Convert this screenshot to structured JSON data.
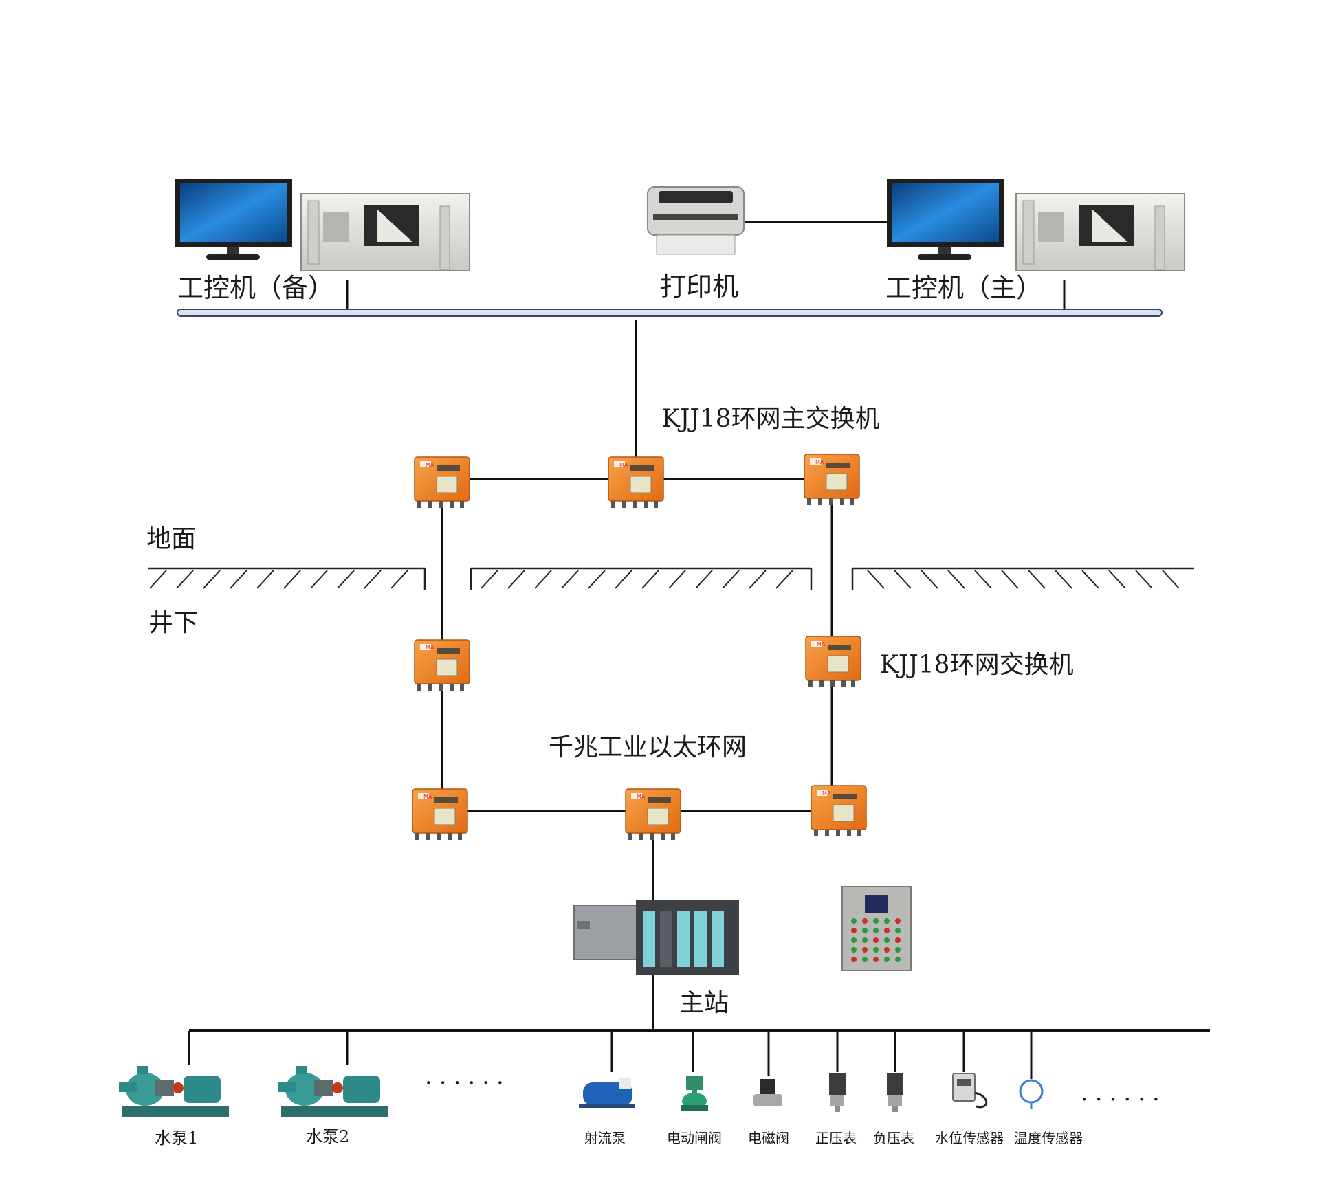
{
  "labels": {
    "ipc_backup": "工控机（备）",
    "printer": "打印机",
    "ipc_main": "工控机（主）",
    "main_switch": "KJJ18环网主交换机",
    "surface": "地面",
    "underground": "井下",
    "ring_switch": "KJJ18环网交换机",
    "ring_network": "千兆工业以太环网",
    "master_station": "主站",
    "pump1": "水泵1",
    "pump2": "水泵2",
    "ellipsis_left": "······",
    "jet_pump": "射流泵",
    "electric_gate_valve": "电动闸阀",
    "solenoid_valve": "电磁阀",
    "positive_pressure_gauge": "正压表",
    "negative_pressure_gauge": "负压表",
    "water_level_sensor": "水位传感器",
    "temperature_sensor": "温度传感器",
    "ellipsis_right": "······"
  },
  "badges": {
    "switch_mark": "MA"
  },
  "colors": {
    "line": "#111111",
    "bus_fill": "#d9e2f2",
    "bus_stroke": "#39455e",
    "switch_orange": "#ef7d21",
    "monitor_blue": "#1b6fc2",
    "pump_teal": "#2e8a88",
    "plc_gray": "#8c8f94",
    "plc_module": "#7fd3d8"
  }
}
